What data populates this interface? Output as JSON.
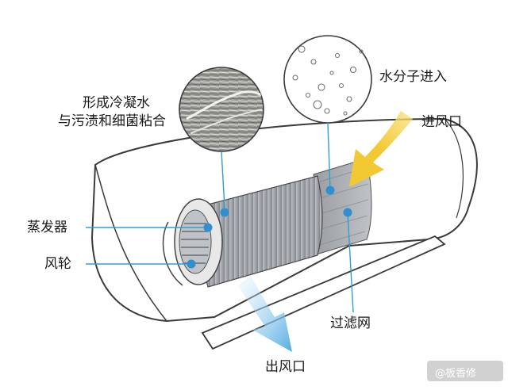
{
  "labels": {
    "condense_line1": "形成冷凝水",
    "condense_line2": "与污渍和细菌粘合",
    "water_molecules": "水分子进入",
    "air_inlet": "进风口",
    "evaporator": "蒸发器",
    "fan_wheel": "风轮",
    "filter": "过滤网",
    "air_outlet": "出风口"
  },
  "watermark": "@板香修",
  "colors": {
    "leader_line": "#2e9fd0",
    "dot": "#2f8fcf",
    "inlet_arrow": "#f5d24a",
    "outlet_arrow": "#7fc3ea",
    "outline": "#3a3a3a"
  }
}
